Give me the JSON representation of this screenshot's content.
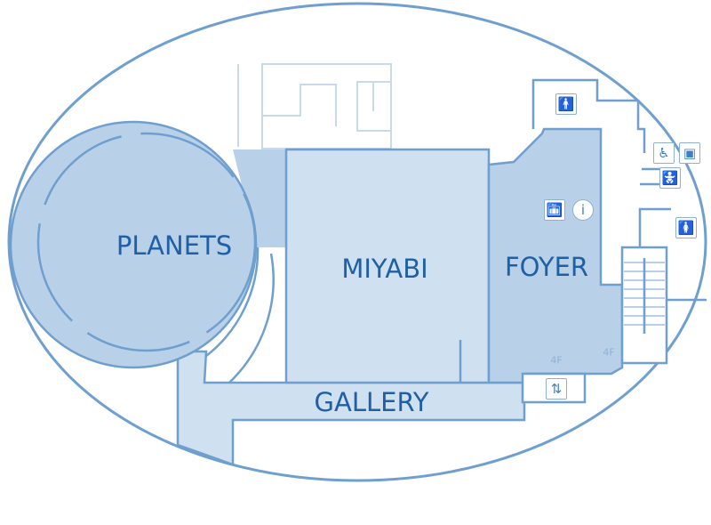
{
  "rooms": {
    "planets": "PLANETS",
    "miyabi": "MIYABI",
    "foyer": "FOYER",
    "gallery": "GALLERY"
  },
  "floor_markers": {
    "elevator": "4F",
    "stairs": "4F"
  },
  "icons": [
    "mens-restroom-icon",
    "wheelchair-icon",
    "nursing-room-icon",
    "baby-changing-icon",
    "womens-restroom-icon",
    "coin-locker-icon",
    "information-icon",
    "elevator-icon",
    "stairs-icon"
  ],
  "colors": {
    "outline": "#6f9fcf",
    "room_dark": "#b9d1e8",
    "room_light": "#cfe0f0",
    "label": "#1f5fa6"
  }
}
